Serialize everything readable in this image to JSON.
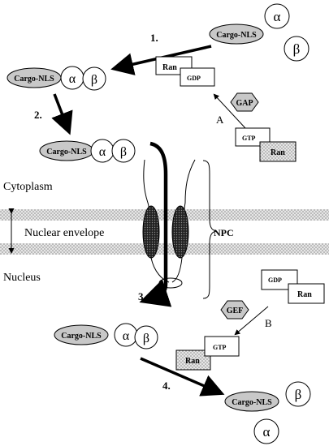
{
  "labels": {
    "cargo_nls": "Cargo-NLS",
    "alpha": "α",
    "beta": "β",
    "ran": "Ran",
    "gdp": "GDP",
    "gtp": "GTP",
    "gap": "GAP",
    "gef": "GEF",
    "cytoplasm": "Cytoplasm",
    "nuclear_envelope": "Nuclear envelope",
    "nucleus": "Nucleus",
    "npc": "NPC",
    "step1": "1.",
    "step2": "2.",
    "step3": "3.",
    "step4": "4.",
    "path_a": "A",
    "path_b": "B"
  },
  "colors": {
    "ink": "#000000",
    "stipple": "#bdbdbd",
    "oval_fill": "#c8c8c8",
    "npc_fill": "#333333"
  }
}
